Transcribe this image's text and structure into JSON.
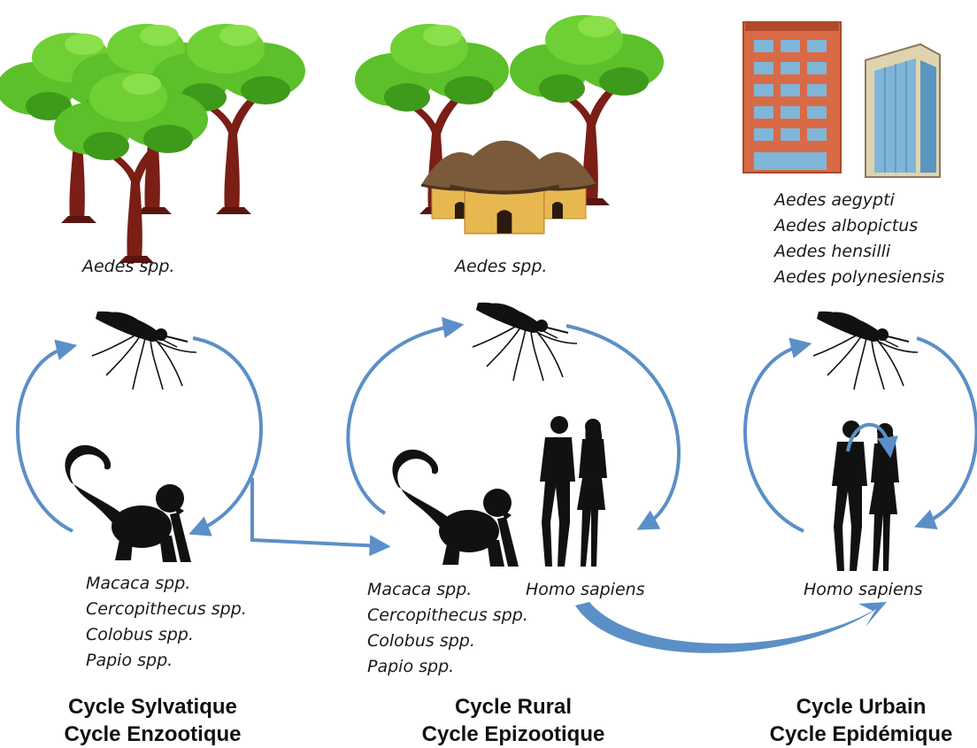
{
  "columns": {
    "sylvatic": {
      "vectors": [
        "Aedes spp."
      ],
      "hosts": [
        "Macaca spp.",
        "Cercopithecus spp.",
        "Colobus spp.",
        "Papio spp."
      ],
      "title_1": "Cycle Sylvatique",
      "title_2": "Cycle Enzootique"
    },
    "rural": {
      "vectors": [
        "Aedes spp."
      ],
      "hosts": [
        "Macaca spp.",
        "Cercopithecus spp.",
        "Colobus spp.",
        "Papio spp."
      ],
      "human_label": "Homo sapiens",
      "title_1": "Cycle Rural",
      "title_2": "Cycle Epizootique"
    },
    "urban": {
      "vectors": [
        "Aedes aegypti",
        "Aedes albopictus",
        "Aedes hensilli",
        "Aedes polynesiensis"
      ],
      "human_label": "Homo sapiens",
      "title_1": "Cycle Urbain",
      "title_2": "Cycle Epidémique"
    }
  },
  "colors": {
    "arrow": "#5b8fc7",
    "foliage": "#5cc02a",
    "foliage_dark": "#3e9a1a",
    "trunk": "#7a1e16",
    "hut_wall": "#e8b850",
    "hut_roof": "#7a5a3a",
    "building_brick": "#d86a46",
    "building_glass": "#7fb6d8",
    "silhouette": "#111111"
  },
  "icons": [
    "tree-icon",
    "hut-icon",
    "building-icon",
    "mosquito-icon",
    "monkey-icon",
    "human-couple-icon"
  ]
}
